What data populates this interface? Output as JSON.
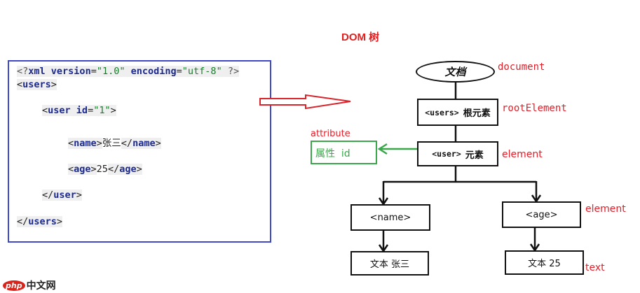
{
  "title": "DOM 树",
  "xml_code": {
    "lines": [
      {
        "prefix": "<?",
        "kw": "xml",
        "rest1": " version=",
        "v1": "\"1.0\"",
        "rest2": " encoding=",
        "v2": "\"utf-8\"",
        "suffix": " ?>"
      },
      "<users>",
      "<user id=\"1\">",
      "<name>张三</name>",
      "<age>25</age>",
      "</user>",
      "</users>"
    ],
    "pi": {
      "open": "<?",
      "name": "xml",
      "attr1": "version",
      "val1": "\"1.0\"",
      "attr2": "encoding",
      "val2": "\"utf-8\"",
      "close": "?>"
    },
    "users_open": "users",
    "user_open": "user",
    "user_attr": "id",
    "user_attr_val": "\"1\"",
    "name_tag": "name",
    "name_text": "张三",
    "age_tag": "age",
    "age_text": "25",
    "user_close": "user",
    "users_close": "users"
  },
  "tree": {
    "document": {
      "label": "文档",
      "annotation": "document"
    },
    "root": {
      "tag": "<users>",
      "label": "根元素",
      "annotation": "rootElement"
    },
    "user": {
      "tag": "<user>",
      "label": "元素",
      "annotation": "element"
    },
    "attribute": {
      "label": "属性  id",
      "annotation": "attribute"
    },
    "name": {
      "tag": "<name>",
      "text": "文本 张三"
    },
    "age": {
      "tag": "<age>",
      "text": "文本 25",
      "annotation_element": "element",
      "annotation_text": "text"
    }
  },
  "colors": {
    "title": "#e02020",
    "annotation": "#e0202a",
    "xml_border": "#3f49c8",
    "attribute": "#3aa84a",
    "arrow": "#d9242c",
    "line": "#111111"
  },
  "watermark": {
    "badge": "php",
    "site": "中文网"
  }
}
